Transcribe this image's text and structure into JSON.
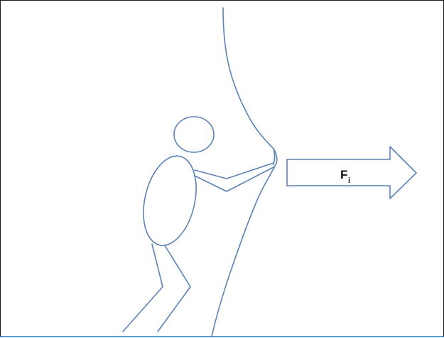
{
  "diagram": {
    "force_arrow": {
      "label": "F",
      "subscript": "i"
    },
    "colors": {
      "stroke": "#5b82b5",
      "frame": "#1a1a1a",
      "bottom_rule": "#5b9bd5"
    },
    "icons": [
      "stick-figure",
      "wall-outline",
      "force-arrow"
    ]
  }
}
